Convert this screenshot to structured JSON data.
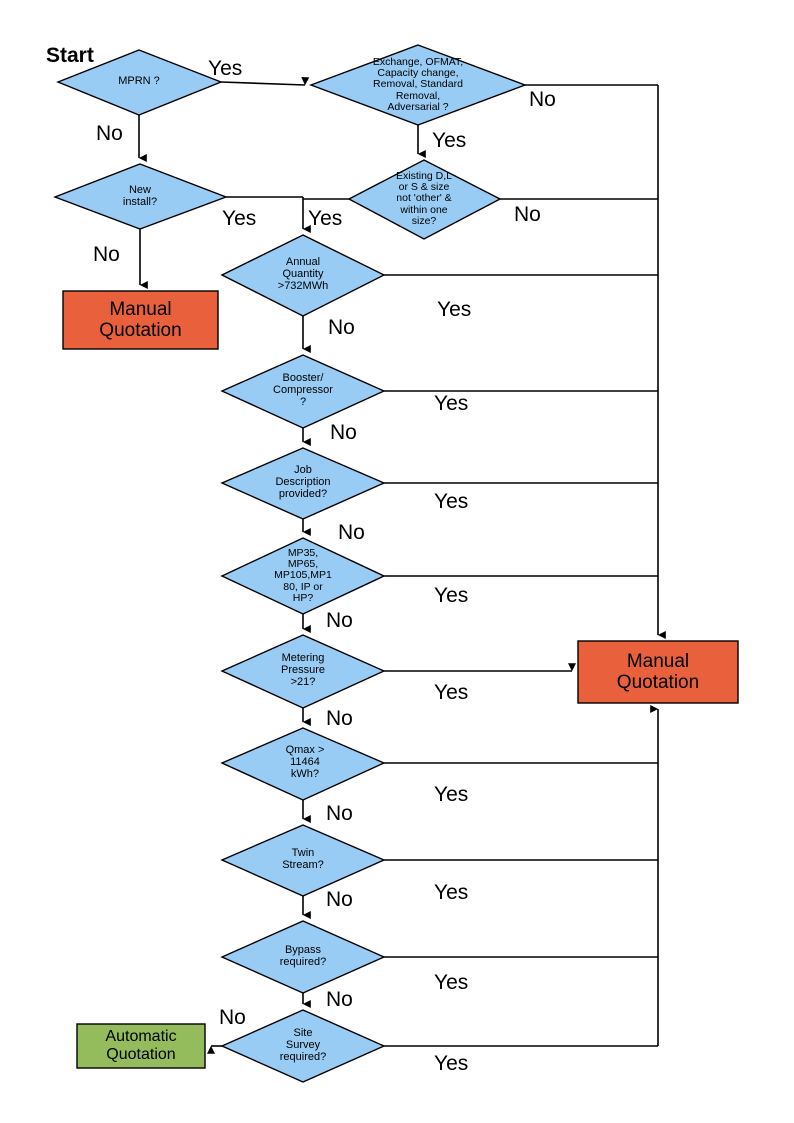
{
  "diagram": {
    "title_label": "Start",
    "colors": {
      "decision_fill": "#99ccf5",
      "manual_fill": "#e8603c",
      "automatic_fill": "#94bc5c",
      "stroke": "#000000",
      "background": "#ffffff"
    },
    "decisions": [
      {
        "id": "mprn",
        "text": "MPRN ?"
      },
      {
        "id": "exchange",
        "text": "Exchange, OFMAT,\nCapacity change,\nRemoval, Standard\nRemoval,\nAdversarial ?"
      },
      {
        "id": "new_install",
        "text": "New\ninstall?"
      },
      {
        "id": "existing",
        "text": "Existing D,L\nor S & size\nnot 'other' &\nwithin one\nsize?"
      },
      {
        "id": "annual",
        "text": "Annual\nQuantity\n>732MWh"
      },
      {
        "id": "booster",
        "text": "Booster/\nCompressor\n?"
      },
      {
        "id": "jobdesc",
        "text": "Job\nDescription\nprovided?"
      },
      {
        "id": "mpclass",
        "text": "MP35,\nMP65,\nMP105,MP1\n80, IP or\nHP?"
      },
      {
        "id": "metering",
        "text": "Metering\nPressure\n>21?"
      },
      {
        "id": "qmax",
        "text": "Qmax >\n11464\nkWh?"
      },
      {
        "id": "twin",
        "text": "Twin\nStream?"
      },
      {
        "id": "bypass",
        "text": "Bypass\nrequired?"
      },
      {
        "id": "sitesurvey",
        "text": "Site\nSurvey\nrequired?"
      }
    ],
    "terminals": [
      {
        "id": "manual_left",
        "text": "Manual\nQuotation"
      },
      {
        "id": "manual_right",
        "text": "Manual\nQuotation"
      },
      {
        "id": "automatic",
        "text": "Automatic\nQuotation"
      }
    ],
    "edge_labels": {
      "yes": "Yes",
      "no": "No"
    },
    "edges": [
      {
        "from": "mprn",
        "label": "Yes",
        "to": "exchange"
      },
      {
        "from": "mprn",
        "label": "No",
        "to": "new_install"
      },
      {
        "from": "exchange",
        "label": "No",
        "to": "manual_right"
      },
      {
        "from": "exchange",
        "label": "Yes",
        "to": "existing"
      },
      {
        "from": "new_install",
        "label": "No",
        "to": "manual_left"
      },
      {
        "from": "new_install",
        "label": "Yes",
        "to": "annual"
      },
      {
        "from": "existing",
        "label": "No",
        "to": "manual_right"
      },
      {
        "from": "existing",
        "label": "Yes",
        "to": "annual"
      },
      {
        "from": "annual",
        "label": "Yes",
        "to": "manual_right"
      },
      {
        "from": "annual",
        "label": "No",
        "to": "booster"
      },
      {
        "from": "booster",
        "label": "Yes",
        "to": "manual_right"
      },
      {
        "from": "booster",
        "label": "No",
        "to": "jobdesc"
      },
      {
        "from": "jobdesc",
        "label": "Yes",
        "to": "manual_right"
      },
      {
        "from": "jobdesc",
        "label": "No",
        "to": "mpclass"
      },
      {
        "from": "mpclass",
        "label": "Yes",
        "to": "manual_right"
      },
      {
        "from": "mpclass",
        "label": "No",
        "to": "metering"
      },
      {
        "from": "metering",
        "label": "Yes",
        "to": "manual_right"
      },
      {
        "from": "metering",
        "label": "No",
        "to": "qmax"
      },
      {
        "from": "qmax",
        "label": "Yes",
        "to": "manual_right"
      },
      {
        "from": "qmax",
        "label": "No",
        "to": "twin"
      },
      {
        "from": "twin",
        "label": "Yes",
        "to": "manual_right"
      },
      {
        "from": "twin",
        "label": "No",
        "to": "bypass"
      },
      {
        "from": "bypass",
        "label": "Yes",
        "to": "manual_right"
      },
      {
        "from": "bypass",
        "label": "No",
        "to": "sitesurvey"
      },
      {
        "from": "sitesurvey",
        "label": "Yes",
        "to": "manual_right"
      },
      {
        "from": "sitesurvey",
        "label": "No",
        "to": "automatic"
      }
    ],
    "branch_labels": {
      "mprn_yes": "Yes",
      "mprn_no": "No",
      "exchange_no": "No",
      "exchange_yes": "Yes",
      "new_install_yes": "Yes",
      "new_install_no": "No",
      "existing_yes": "Yes",
      "existing_no": "No",
      "annual_yes": "Yes",
      "annual_no": "No",
      "booster_yes": "Yes",
      "booster_no": "No",
      "jobdesc_yes": "Yes",
      "jobdesc_no": "No",
      "mpclass_yes": "Yes",
      "mpclass_no": "No",
      "metering_yes": "Yes",
      "metering_no": "No",
      "qmax_yes": "Yes",
      "qmax_no": "No",
      "twin_yes": "Yes",
      "twin_no": "No",
      "bypass_yes": "Yes",
      "bypass_no": "No",
      "sitesurvey_yes": "Yes",
      "sitesurvey_no": "No"
    }
  }
}
